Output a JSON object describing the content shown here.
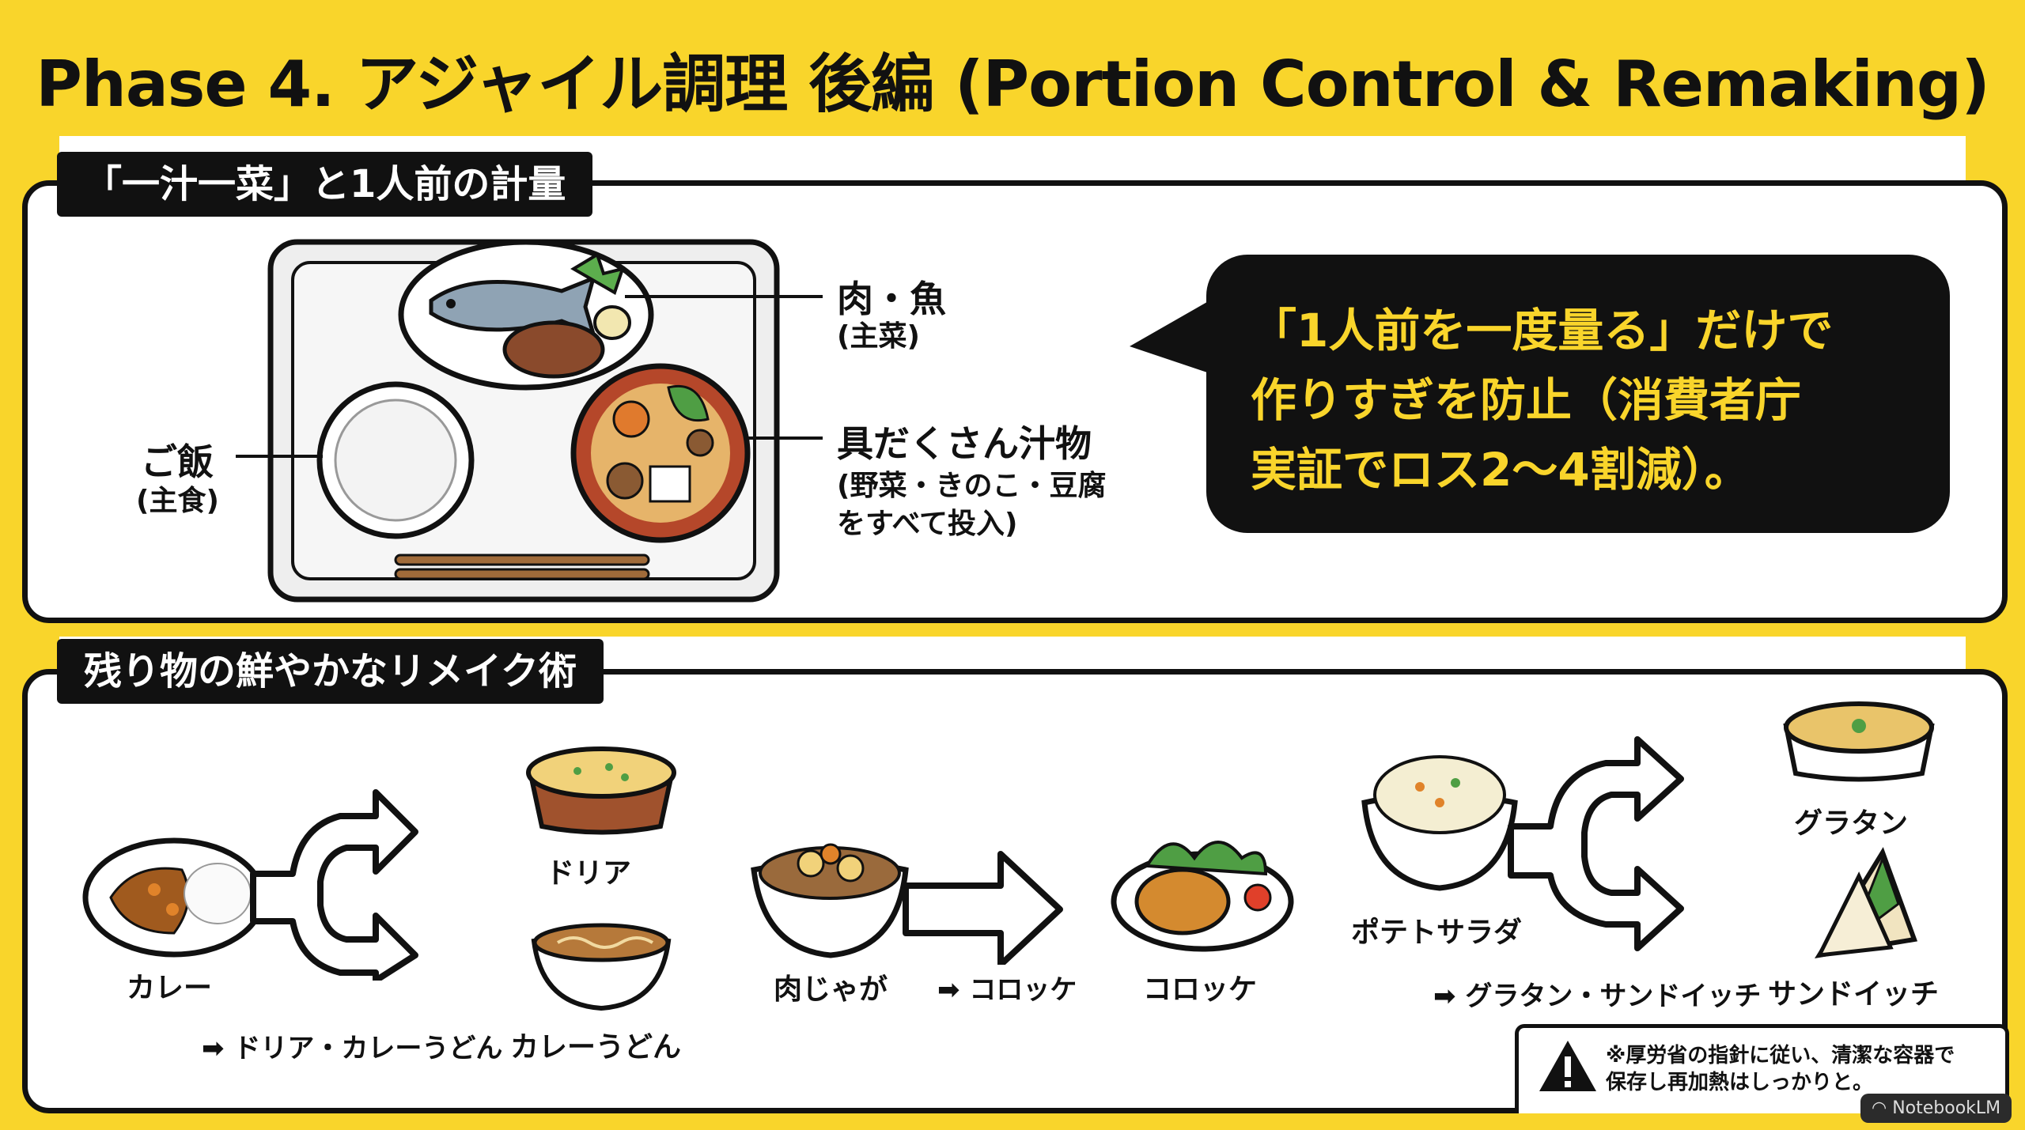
{
  "title": "Phase 4. アジャイル調理 後編 (Portion Control & Remaking)",
  "section1": {
    "tab": "「一汁一菜」と1人前の計量",
    "label_main_dish": "肉・魚",
    "label_main_dish_sub": "(主菜)",
    "label_rice": "ご飯",
    "label_rice_sub": "(主食)",
    "label_soup": "具だくさん汁物",
    "label_soup_sub1": "(野菜・きのこ・豆腐",
    "label_soup_sub2": "をすべて投入)",
    "callout_line1": "「1人前を一度量る」だけで",
    "callout_line2": "作りすぎを防止（消費者庁",
    "callout_line3": "実証でロス2〜4割減）。"
  },
  "section2": {
    "tab": "残り物の鮮やかなリメイク術",
    "curry": "カレー",
    "doria": "ドリア",
    "curry_udon": "カレーうどん",
    "curry_route": "➡ ドリア・カレーうどん",
    "nikujaga": "肉じゃが",
    "nikujaga_route": "➡ コロッケ",
    "korokke": "コロッケ",
    "potato_salad": "ポテトサラダ",
    "gratin": "グラタン",
    "sandwich": "サンドイッチ",
    "potato_route": "➡ グラタン・サンドイッチ",
    "warning_line1": "※厚労省の指針に従い、清潔な容器で",
    "warning_line2": "保存し再加熱はしっかりと。"
  },
  "badge": "NotebookLM",
  "colors": {
    "background": "#f9d52b",
    "ink": "#111111",
    "callout_text": "#f9d52b"
  }
}
